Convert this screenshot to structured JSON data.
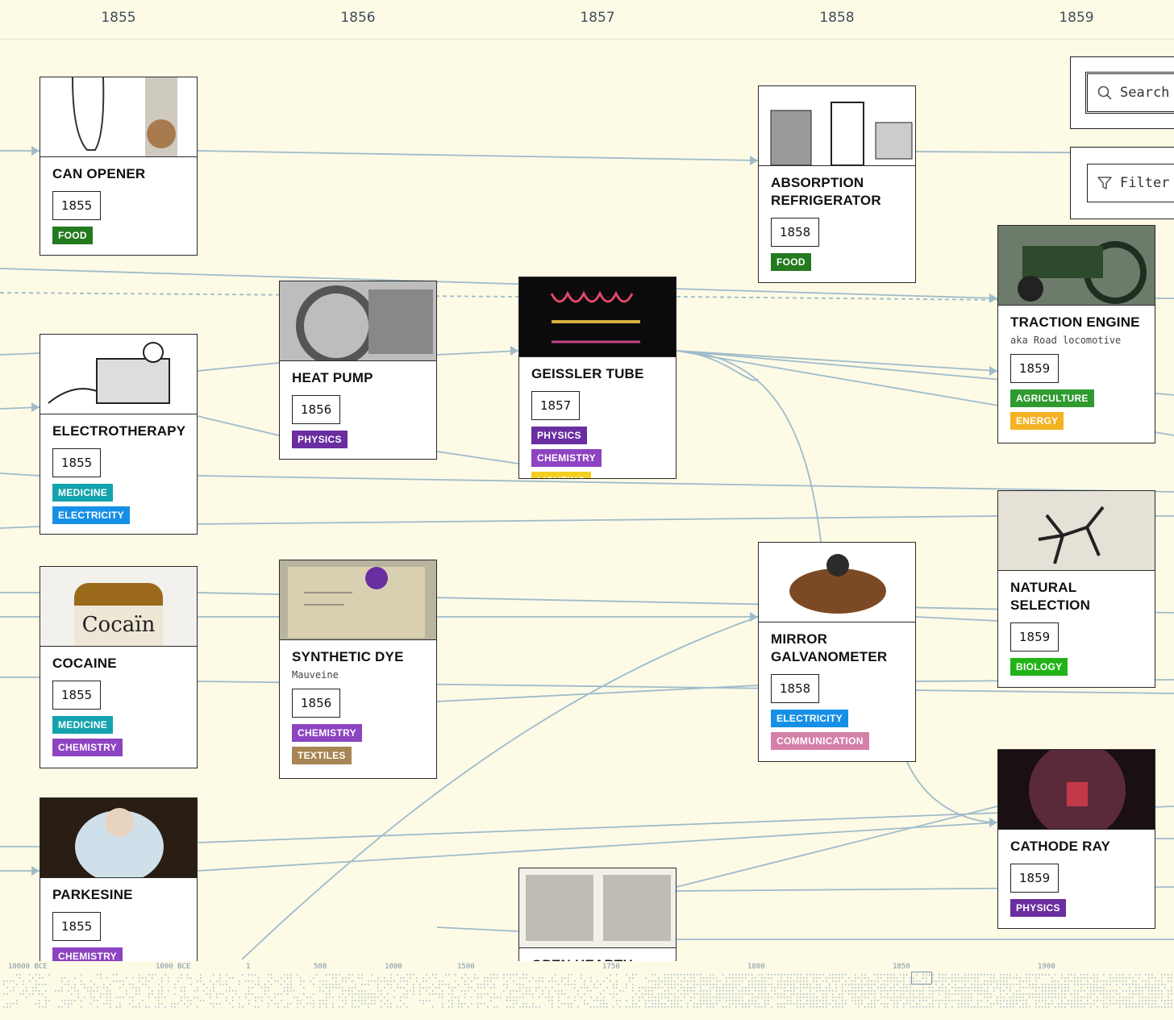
{
  "timeline": {
    "years": [
      "1855",
      "1856",
      "1857",
      "1858",
      "1859"
    ]
  },
  "colors": {
    "food": "#247a1e",
    "physics": "#6a2ea0",
    "chemistry": "#8d44c2",
    "lighting": "#f3cf22",
    "medicine": "#13a3ae",
    "electricity": "#1690e6",
    "communication": "#d580a8",
    "textiles": "#a88554",
    "agriculture": "#2f9a2f",
    "energy": "#f4b223",
    "biology": "#22b319",
    "link": "#9fbccb"
  },
  "controls": {
    "search_label": "Search",
    "search_icon": "search-icon",
    "filter_label": "Filter",
    "filter_icon": "filter-icon"
  },
  "cards": [
    {
      "id": "can-opener",
      "title": "CAN OPENER",
      "aka": "",
      "year": "1855",
      "tags": [
        {
          "label": "FOOD",
          "color": "food"
        }
      ]
    },
    {
      "id": "electrotherapy",
      "title": "ELECTROTHERAPY",
      "aka": "",
      "year": "1855",
      "tags": [
        {
          "label": "MEDICINE",
          "color": "medicine"
        },
        {
          "label": "ELECTRICITY",
          "color": "electricity"
        }
      ]
    },
    {
      "id": "cocaine",
      "title": "COCAINE",
      "aka": "",
      "year": "1855",
      "tags": [
        {
          "label": "MEDICINE",
          "color": "medicine"
        },
        {
          "label": "CHEMISTRY",
          "color": "chemistry"
        }
      ]
    },
    {
      "id": "parkesine",
      "title": "PARKESINE",
      "aka": "",
      "year": "1855",
      "tags": [
        {
          "label": "CHEMISTRY",
          "color": "chemistry"
        }
      ]
    },
    {
      "id": "heat-pump",
      "title": "HEAT PUMP",
      "aka": "",
      "year": "1856",
      "tags": [
        {
          "label": "PHYSICS",
          "color": "physics"
        }
      ]
    },
    {
      "id": "synthetic-dye",
      "title": "SYNTHETIC DYE",
      "aka": "Mauveine",
      "year": "1856",
      "tags": [
        {
          "label": "CHEMISTRY",
          "color": "chemistry"
        },
        {
          "label": "TEXTILES",
          "color": "textiles"
        }
      ]
    },
    {
      "id": "geissler-tube",
      "title": "GEISSLER TUBE",
      "aka": "",
      "year": "1857",
      "tags": [
        {
          "label": "PHYSICS",
          "color": "physics"
        },
        {
          "label": "CHEMISTRY",
          "color": "chemistry"
        },
        {
          "label": "LIGHTING",
          "color": "lighting"
        }
      ]
    },
    {
      "id": "open-hearth",
      "title": "OPEN HEARTH",
      "aka": "",
      "year": "",
      "tags": []
    },
    {
      "id": "absorption-refrigerator",
      "title": "ABSORPTION REFRIGERATOR",
      "aka": "",
      "year": "1858",
      "tags": [
        {
          "label": "FOOD",
          "color": "food"
        }
      ]
    },
    {
      "id": "mirror-galvanometer",
      "title": "MIRROR GALVANOMETER",
      "aka": "",
      "year": "1858",
      "tags": [
        {
          "label": "ELECTRICITY",
          "color": "electricity"
        },
        {
          "label": "COMMUNICATION",
          "color": "communication"
        }
      ]
    },
    {
      "id": "traction-engine",
      "title": "TRACTION ENGINE",
      "aka": "aka Road locomotive",
      "year": "1859",
      "tags": [
        {
          "label": "AGRICULTURE",
          "color": "agriculture"
        },
        {
          "label": "ENERGY",
          "color": "energy"
        }
      ]
    },
    {
      "id": "natural-selection",
      "title": "NATURAL SELECTION",
      "aka": "",
      "year": "1859",
      "tags": [
        {
          "label": "BIOLOGY",
          "color": "biology"
        }
      ]
    },
    {
      "id": "cathode-ray",
      "title": "CATHODE RAY",
      "aka": "",
      "year": "1859",
      "tags": [
        {
          "label": "PHYSICS",
          "color": "physics"
        }
      ]
    }
  ],
  "minimap": {
    "labels": [
      "10000 BCE",
      "1000 BCE",
      "1",
      "500",
      "1000",
      "1500",
      "1750",
      "1800",
      "1850",
      "1900"
    ]
  }
}
